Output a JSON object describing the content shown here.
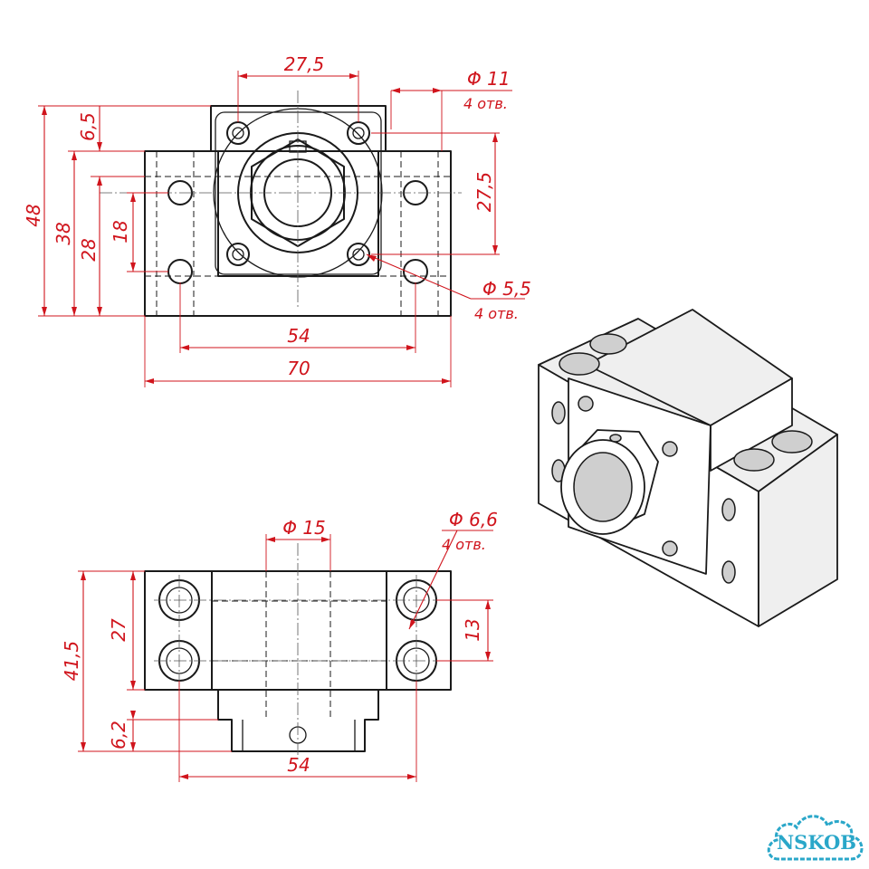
{
  "top_view": {
    "dims": {
      "pitch_top": "27,5",
      "hole_dia": "Φ 11",
      "hole_count": "4 отв.",
      "height_48": "48",
      "height_38": "38",
      "height_28": "28",
      "height_18": "18",
      "step_6_5": "6,5",
      "pitch_right": "27,5",
      "screw_dia": "Φ 5,5",
      "screw_count": "4 отв.",
      "width_54": "54",
      "width_70": "70"
    }
  },
  "bottom_view": {
    "dims": {
      "bore_dia": "Φ 15",
      "mount_dia": "Φ 6,6",
      "mount_count": "4 отв.",
      "height_41_5": "41,5",
      "height_27": "27",
      "height_13": "13",
      "height_6_2": "6,2",
      "width_54": "54"
    }
  },
  "watermark": {
    "text": "NSKOB"
  }
}
